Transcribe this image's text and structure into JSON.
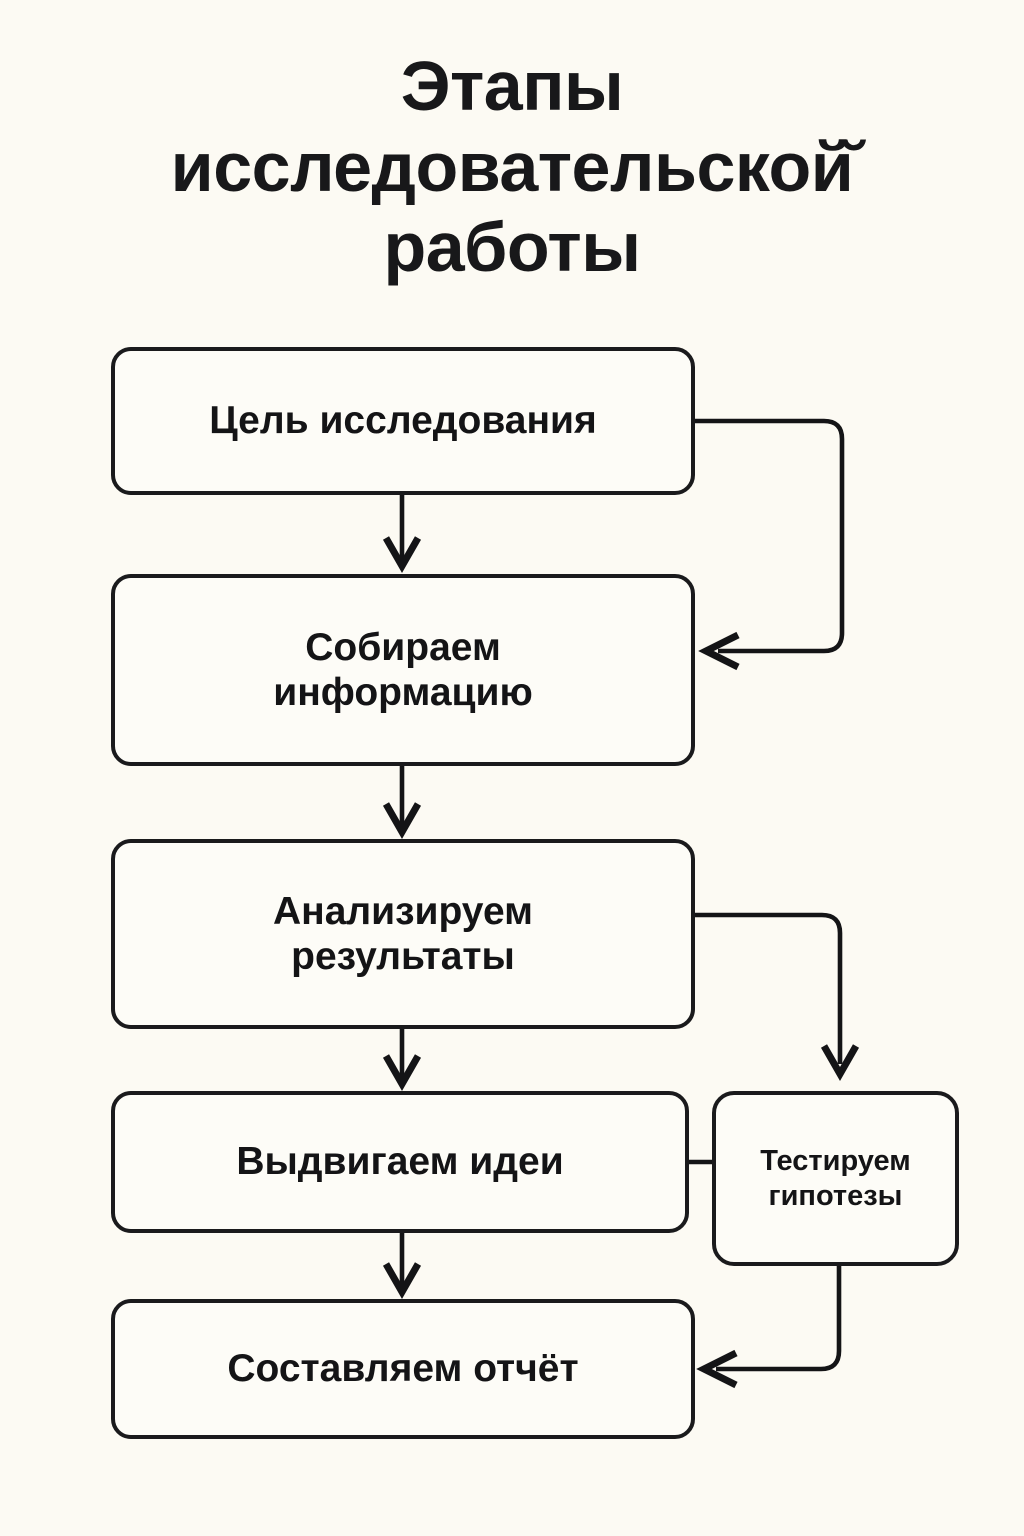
{
  "page": {
    "background_color": "#fcfaf3",
    "ink_color": "#141416"
  },
  "title": "Этапы\nисследовательской̆\nработы",
  "diagram": {
    "type": "flowchart",
    "orientation": "vertical",
    "nodes": [
      {
        "id": "goal",
        "label": "Цель исследования",
        "column": "main"
      },
      {
        "id": "collect",
        "label": "Собираем\nинформацию",
        "column": "main"
      },
      {
        "id": "analyze",
        "label": "Анализируем\nрезультаты",
        "column": "main"
      },
      {
        "id": "ideas",
        "label": "Выдвигаем идеи",
        "column": "main"
      },
      {
        "id": "report",
        "label": "Составляем отчёт",
        "column": "main"
      },
      {
        "id": "test",
        "label": "Тестируем\nгипотезы",
        "column": "side"
      }
    ],
    "edges": [
      {
        "from": "goal",
        "to": "collect",
        "style": "arrow-down"
      },
      {
        "from": "goal",
        "to": "collect",
        "style": "loop-right-arrow"
      },
      {
        "from": "collect",
        "to": "analyze",
        "style": "arrow-down"
      },
      {
        "from": "analyze",
        "to": "ideas",
        "style": "arrow-down"
      },
      {
        "from": "analyze",
        "to": "test",
        "style": "branch-right-down-arrow"
      },
      {
        "from": "ideas",
        "to": "test",
        "style": "link-horizontal"
      },
      {
        "from": "ideas",
        "to": "report",
        "style": "arrow-down"
      },
      {
        "from": "test",
        "to": "report",
        "style": "return-down-left-arrow"
      }
    ]
  }
}
